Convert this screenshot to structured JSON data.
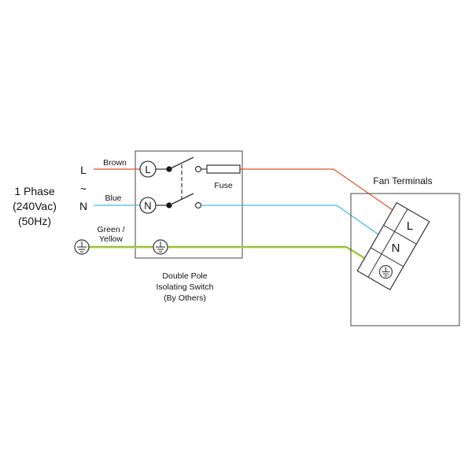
{
  "supply": {
    "phase_line1": "1 Phase",
    "phase_line2": "(240Vac)",
    "phase_line3": "(50Hz)",
    "live_letter": "L",
    "tilde": "~",
    "neutral_letter": "N"
  },
  "wires": {
    "live_label": "Brown",
    "neutral_label": "Blue",
    "earth_label_line1": "Green /",
    "earth_label_line2": "Yellow"
  },
  "switch": {
    "live_terminal": "L",
    "neutral_terminal": "N",
    "fuse_label": "Fuse",
    "caption_line1": "Double Pole",
    "caption_line2": "Isolating Switch",
    "caption_line3": "(By Others)"
  },
  "fan": {
    "title": "Fan Terminals",
    "terminal_l": "L",
    "terminal_n": "N"
  },
  "colors": {
    "brown_wire": "#d4582a",
    "blue_wire": "#4fb3e0",
    "earth_green": "#79c043",
    "earth_yellow": "#e8d43a",
    "outline": "#444444"
  },
  "icons": [
    "earth-symbol-icon"
  ]
}
